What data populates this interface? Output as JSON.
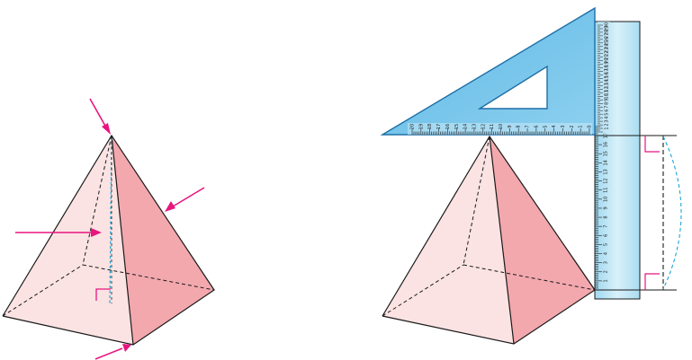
{
  "colors": {
    "face_light": "#fbe3e3",
    "face_dark": "#f3a8ae",
    "edge": "#1a1a1a",
    "arrow": "#e8157f",
    "dashed_height": "#1ea6d6",
    "ruler_fill": "#bfe6f6",
    "ruler_stroke": "#1a1a1a",
    "right_angle": "#e8157f"
  },
  "setsquare": {
    "horizontal_scale": [
      "0",
      "1",
      "2",
      "3",
      "4",
      "5",
      "6",
      "7",
      "8",
      "9",
      "10",
      "11",
      "12",
      "13",
      "14",
      "15",
      "16",
      "17",
      "18",
      "19",
      "20"
    ],
    "vertical_scale": [
      "1",
      "2",
      "3",
      "4",
      "5",
      "6",
      "7",
      "8",
      "9",
      "10",
      "11",
      "12",
      "13",
      "14",
      "15",
      "16",
      "17",
      "18",
      "19",
      "20",
      "21",
      "22",
      "23",
      "24",
      "25",
      "26",
      "27",
      "28",
      "29",
      "30"
    ]
  },
  "ruler": {
    "scale": [
      "1",
      "2",
      "3",
      "4",
      "5",
      "6",
      "7",
      "8",
      "9",
      "10",
      "11",
      "12",
      "13",
      "14",
      "15",
      "16",
      "17"
    ]
  }
}
